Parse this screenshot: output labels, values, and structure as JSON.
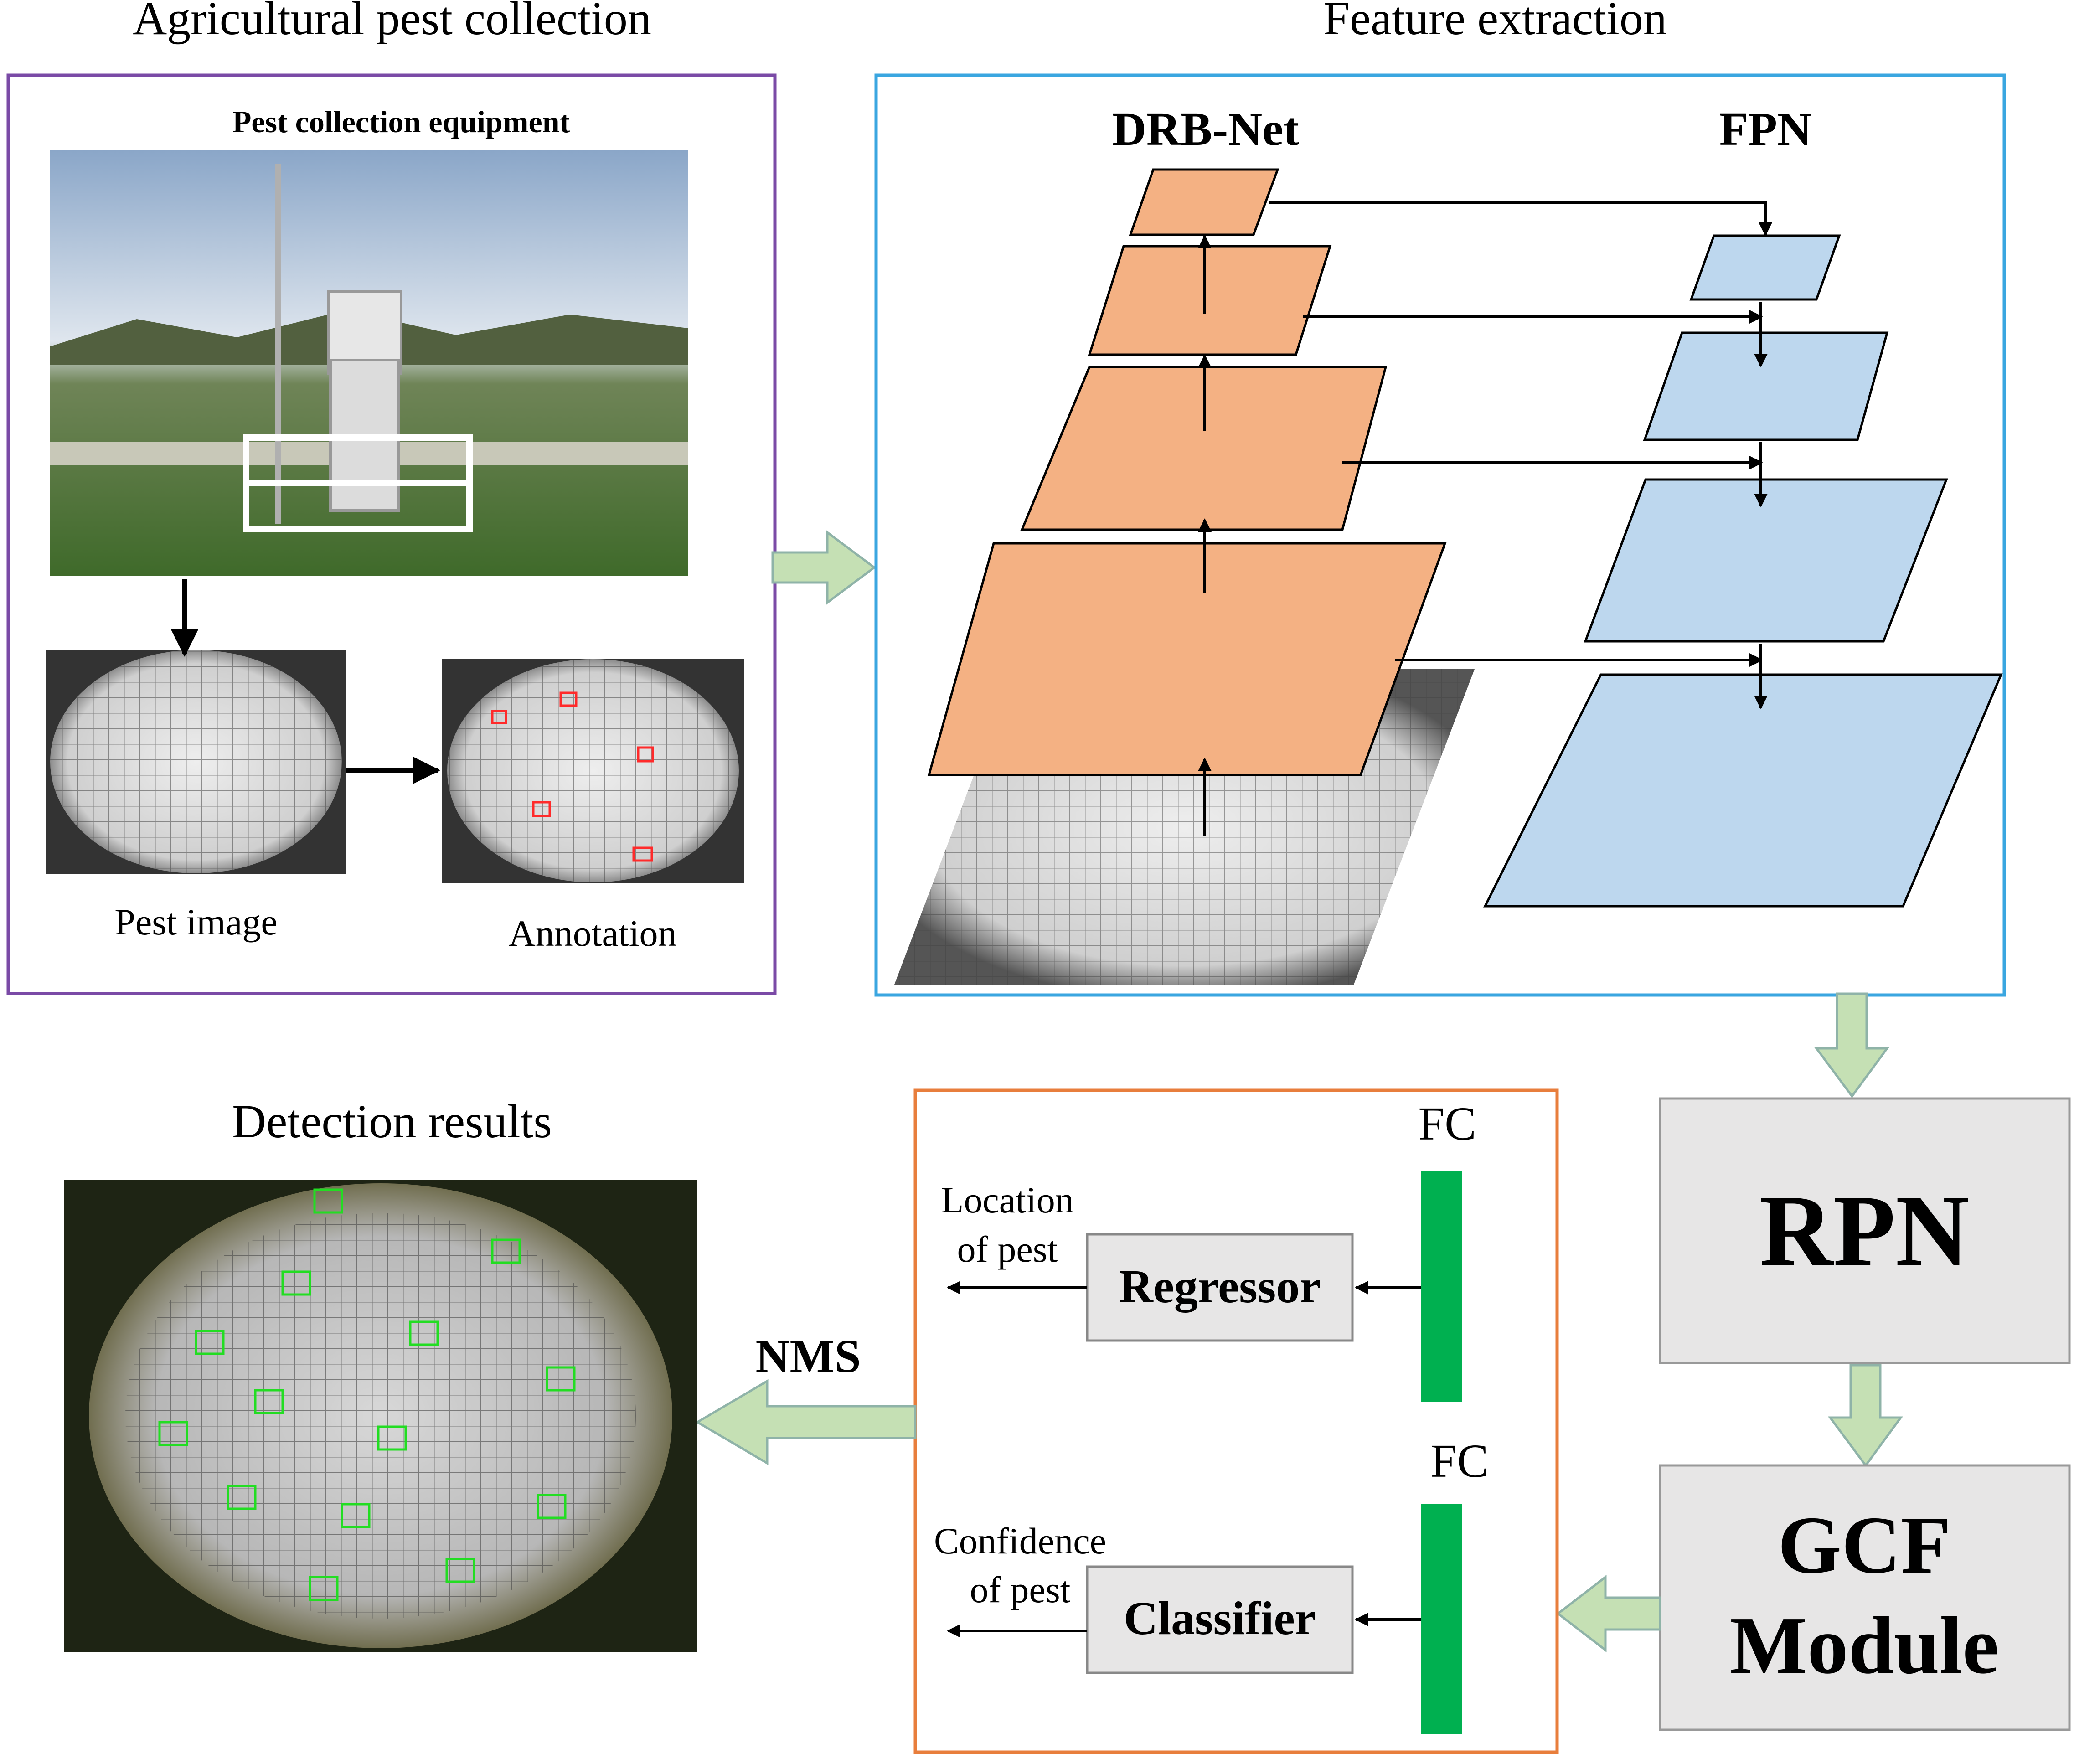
{
  "panels": {
    "collection": {
      "title": "Agricultural pest collection",
      "equipment_label": "Pest collection equipment",
      "pest_image_label": "Pest image",
      "annotation_label": "Annotation"
    },
    "feature_extraction": {
      "title": "Feature extraction",
      "backbone_label": "DRB-Net",
      "neck_label": "FPN"
    },
    "rpn": {
      "label": "RPN"
    },
    "gcf": {
      "line1": "GCF",
      "line2": "Module"
    },
    "heads": {
      "fc_top": "FC",
      "fc_bottom": "FC",
      "regressor": "Regressor",
      "classifier": "Classifier",
      "location_line1": "Location",
      "location_line2": "of pest",
      "confidence_line1": "Confidence",
      "confidence_line2": "of pest"
    },
    "nms": {
      "label": "NMS"
    },
    "detection": {
      "title": "Detection results"
    }
  },
  "colors": {
    "collection_border": "#7a4aa6",
    "feature_border": "#3aa6e0",
    "heads_border": "#e87e3c",
    "drb_fill": "#f4b183",
    "fpn_fill": "#bdd7ee",
    "flow_arrow": "#c5e0b4",
    "gray_box": "#e7e6e6",
    "fc_bar": "#00b050"
  },
  "icons": [
    "block-arrow-icon",
    "arrow-icon",
    "photo-placeholder"
  ]
}
